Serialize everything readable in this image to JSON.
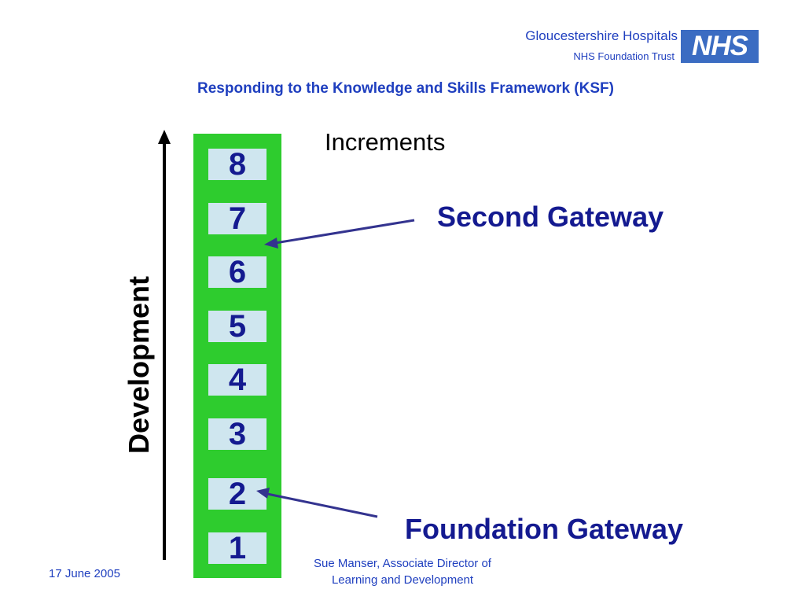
{
  "header": {
    "org_name": "Gloucestershire Hospitals",
    "org_subtitle": "NHS Foundation Trust",
    "logo_text": "NHS",
    "title": "Responding to the Knowledge and Skills Framework (KSF)"
  },
  "diagram": {
    "heading": "Increments",
    "axis_label": "Development",
    "steps": [
      "8",
      "7",
      "6",
      "5",
      "4",
      "3",
      "2",
      "1"
    ],
    "gateways": {
      "second": "Second Gateway",
      "foundation": "Foundation Gateway"
    }
  },
  "colors": {
    "ladder": "#2ecc2e",
    "step_box": "#cfe6ef",
    "step_text": "#141a90",
    "arrow": "#33338f",
    "header_text": "#1f3fbf"
  },
  "footer": {
    "date": "17 June 2005",
    "credit_line1": "Sue Manser, Associate Director of",
    "credit_line2": "Learning and Development"
  }
}
